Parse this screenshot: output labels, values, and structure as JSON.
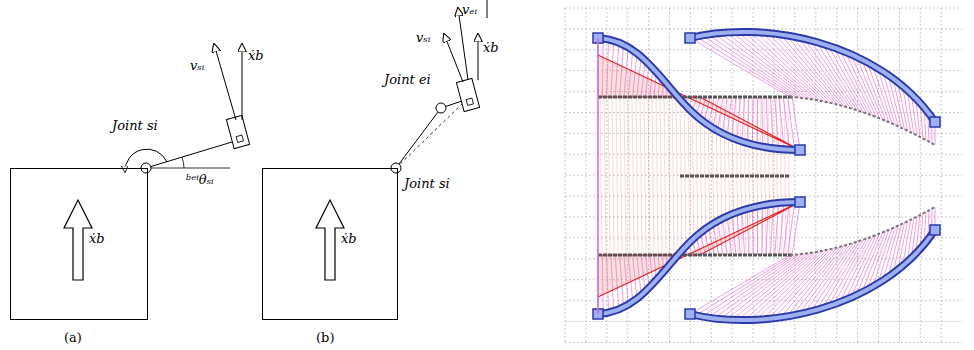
{
  "diagram": {
    "nodes": [
      {
        "text": [
          "ẋb"
        ]
      },
      {
        "text": [
          "ẋb"
        ]
      }
    ],
    "labels": [
      "Joint si",
      "vₛᵢ",
      "ẋb",
      "ᵇᵉⁱθₛᵢ",
      "(a)",
      "Joint si",
      "Joint ei",
      "vₑᵢ",
      "vₛᵢ",
      "ẋb",
      "(b)"
    ]
  }
}
